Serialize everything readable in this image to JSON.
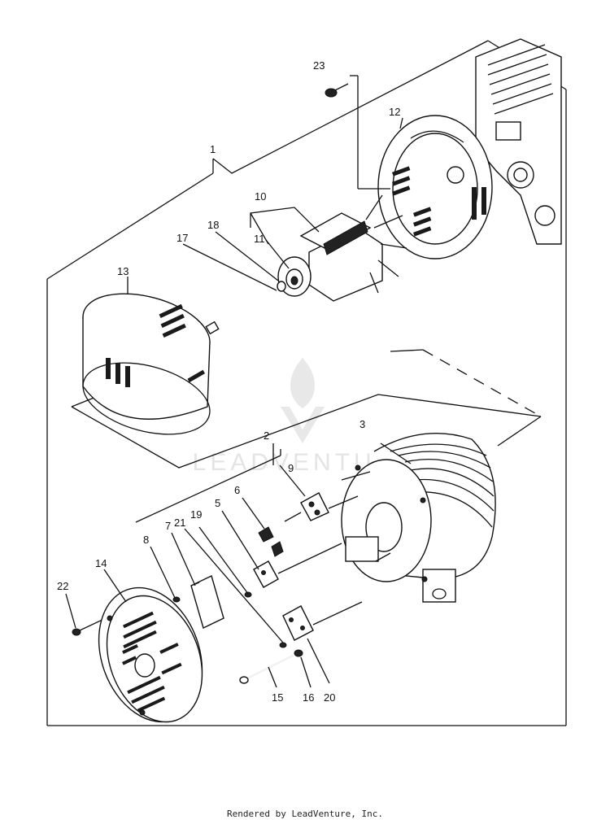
{
  "callouts": [
    {
      "id": "c1",
      "text": "1"
    },
    {
      "id": "c2",
      "text": "2"
    },
    {
      "id": "c3",
      "text": "3"
    },
    {
      "id": "c5",
      "text": "5"
    },
    {
      "id": "c6",
      "text": "6"
    },
    {
      "id": "c7",
      "text": "7"
    },
    {
      "id": "c8",
      "text": "8"
    },
    {
      "id": "c9",
      "text": "9"
    },
    {
      "id": "c10",
      "text": "10"
    },
    {
      "id": "c11",
      "text": "11"
    },
    {
      "id": "c12",
      "text": "12"
    },
    {
      "id": "c13",
      "text": "13"
    },
    {
      "id": "c14",
      "text": "14"
    },
    {
      "id": "c15",
      "text": "15"
    },
    {
      "id": "c16",
      "text": "16"
    },
    {
      "id": "c17",
      "text": "17"
    },
    {
      "id": "c18",
      "text": "18"
    },
    {
      "id": "c19",
      "text": "19"
    },
    {
      "id": "c20",
      "text": "20"
    },
    {
      "id": "c21",
      "text": "21"
    },
    {
      "id": "c22",
      "text": "22"
    },
    {
      "id": "c23",
      "text": "23"
    }
  ],
  "watermark": "LEADVENTURE",
  "footer": "Rendered by LeadVenture, Inc."
}
